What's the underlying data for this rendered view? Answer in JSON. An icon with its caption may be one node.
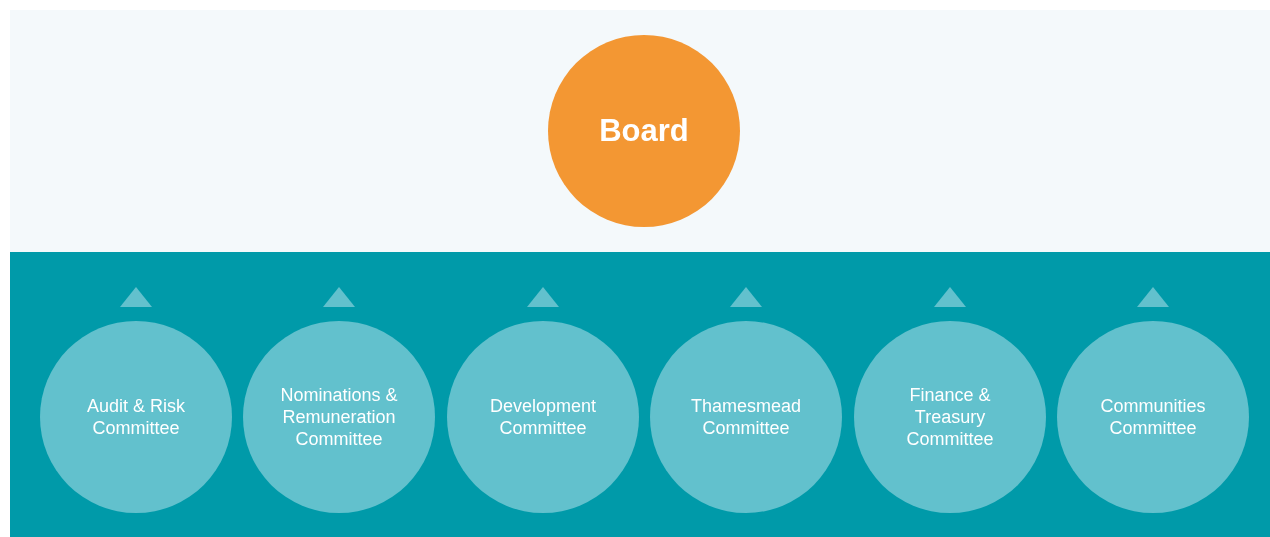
{
  "diagram": {
    "nodes": [
      {
        "text": [
          "Board"
        ]
      },
      {
        "text": [
          "Audit & Risk Committee"
        ]
      },
      {
        "text": [
          "Nominations & Remuneration Committee"
        ]
      },
      {
        "text": [
          "Development Committee"
        ]
      },
      {
        "text": [
          "Thamesmead Committee"
        ]
      },
      {
        "text": [
          "Finance & Treasury Committee"
        ]
      },
      {
        "text": [
          "Communities Committee"
        ]
      }
    ]
  }
}
